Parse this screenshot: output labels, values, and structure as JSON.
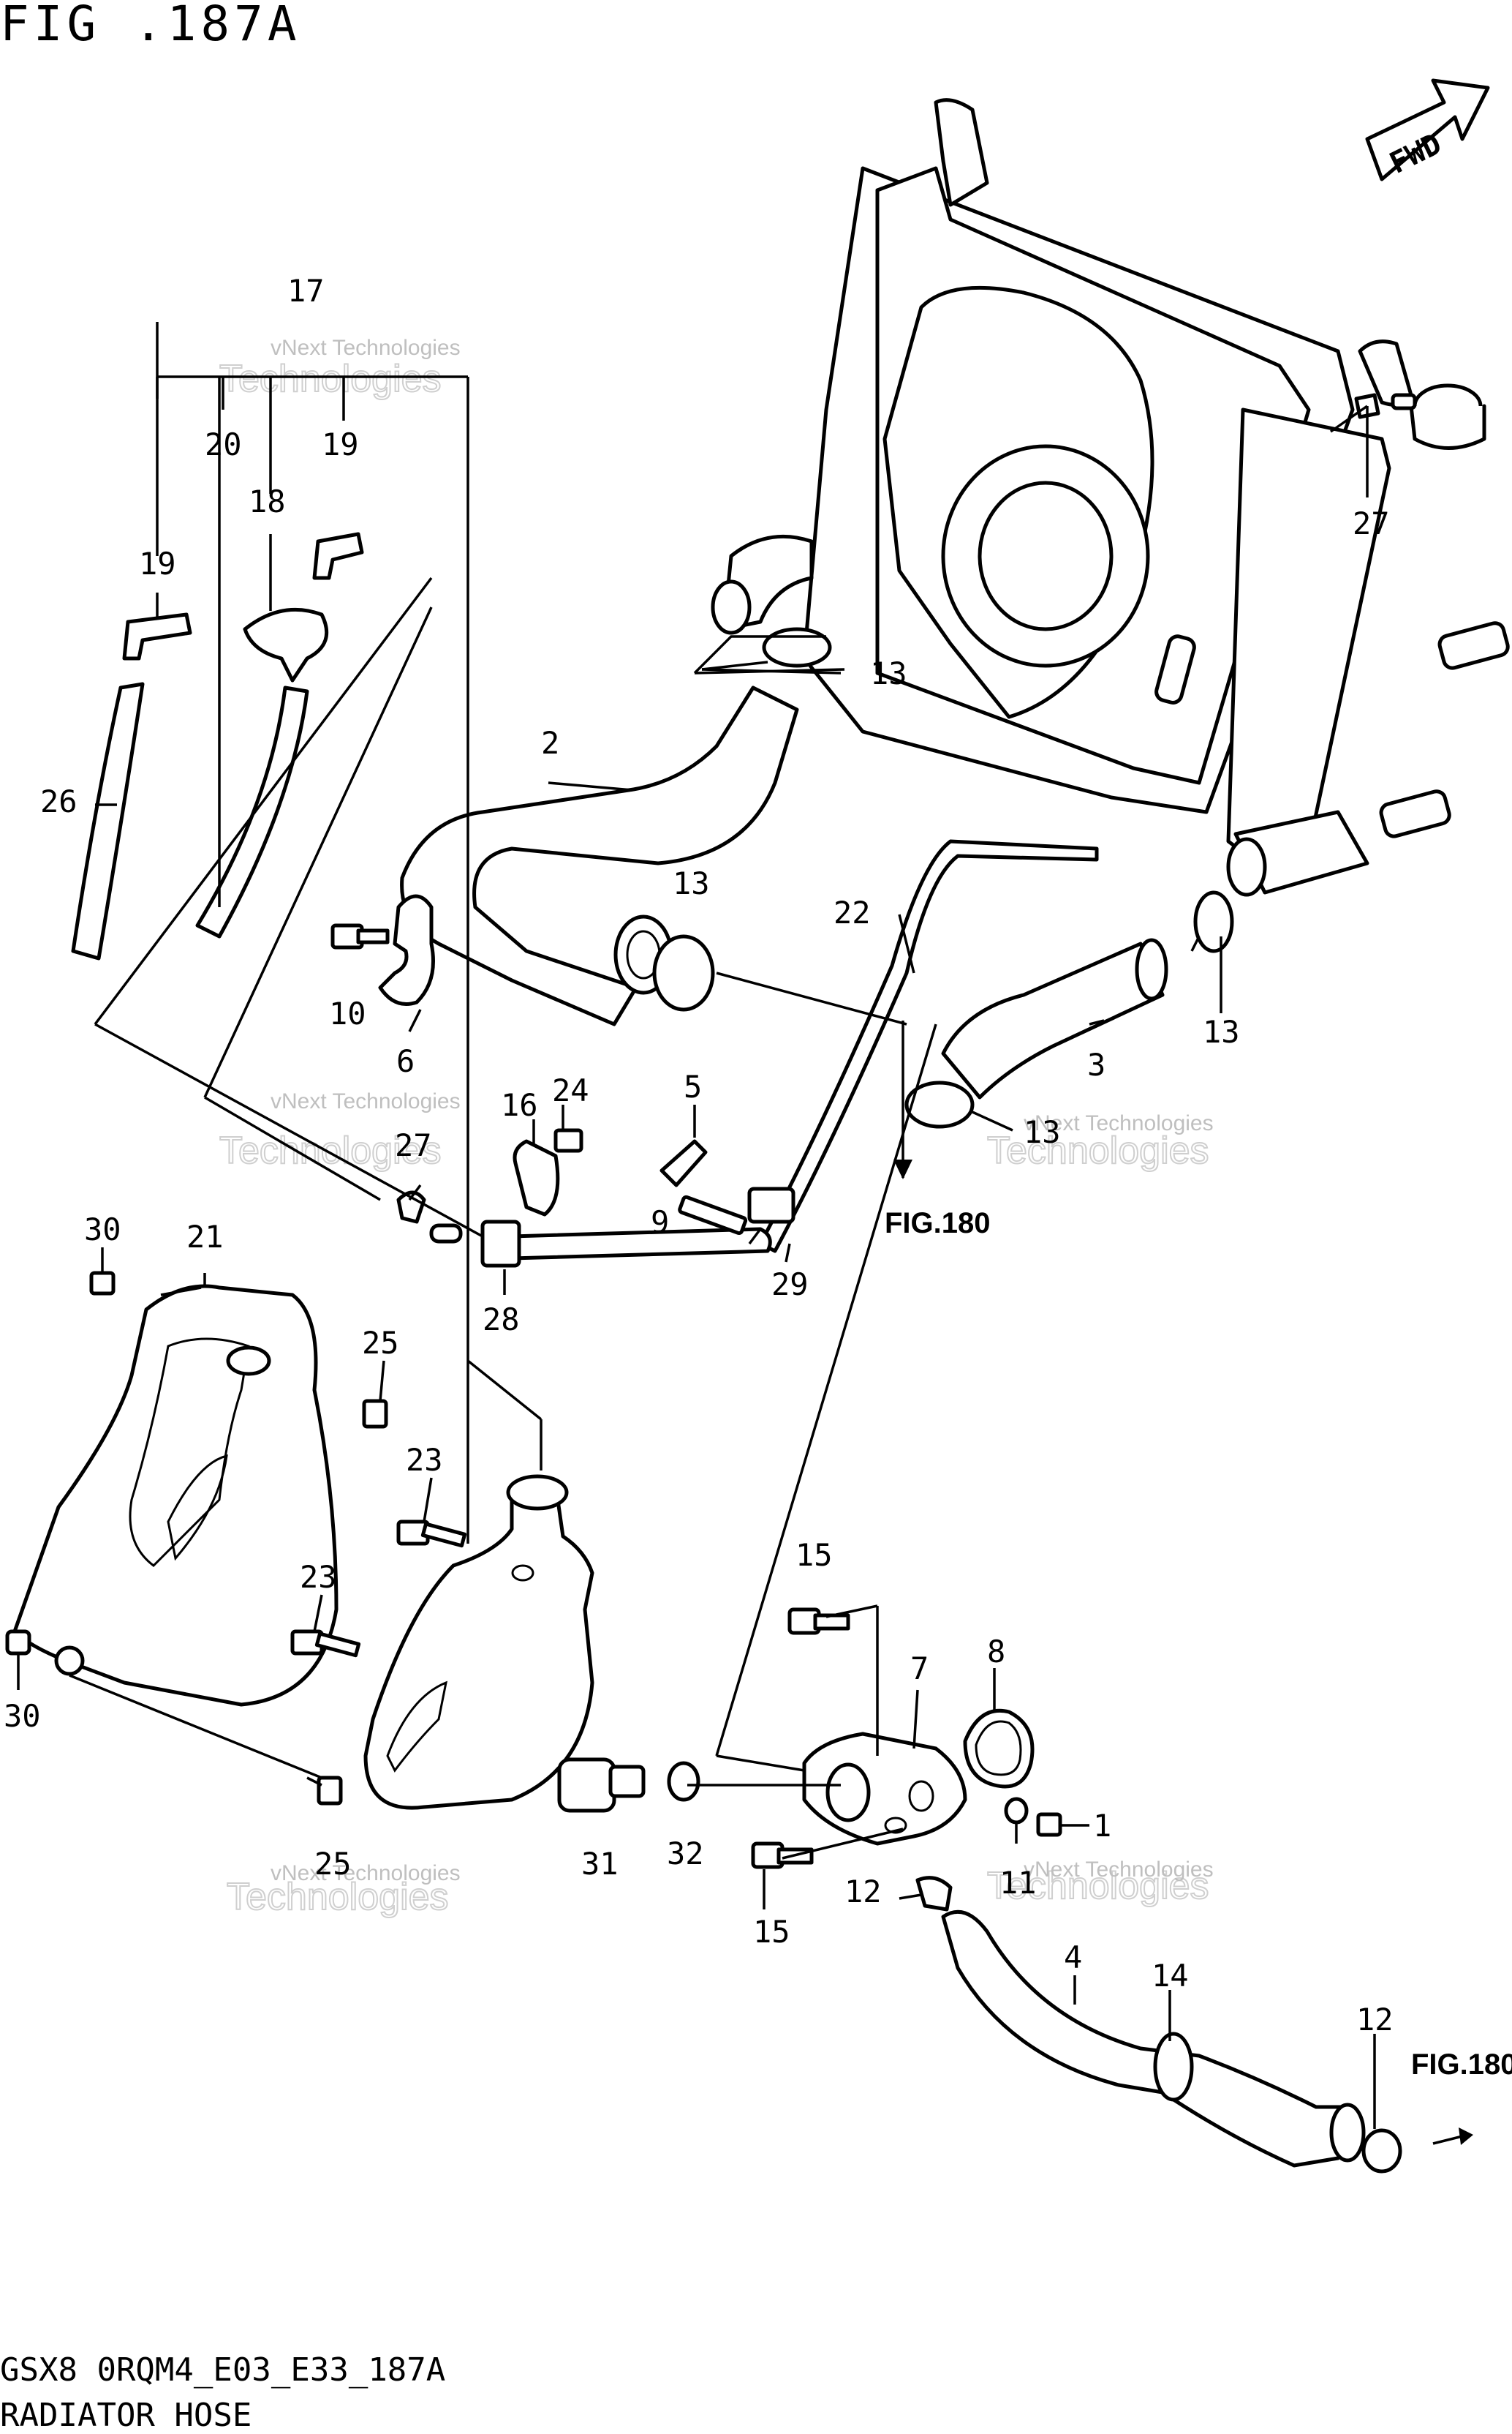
{
  "header": {
    "fig_title": "FIG .187A"
  },
  "footer": {
    "code": "GSX8 0RQM4_E03_E33_187A",
    "name": "RADIATOR HOSE"
  },
  "watermark": {
    "line1": "vNext Technologies",
    "line2": "Technologies",
    "line3": "vNext"
  },
  "refs": {
    "fig180_a": "FIG.180",
    "fig180_b": "FIG.180",
    "fwd": "FWD"
  },
  "callouts": {
    "c1": "1",
    "c2": "2",
    "c3": "3",
    "c4": "4",
    "c5": "5",
    "c6": "6",
    "c7": "7",
    "c8": "8",
    "c9": "9",
    "c10": "10",
    "c11": "11",
    "c12a": "12",
    "c12b": "12",
    "c13a": "13",
    "c13b": "13",
    "c13c": "13",
    "c13d": "13",
    "c14": "14",
    "c15a": "15",
    "c15b": "15",
    "c16": "16",
    "c17": "17",
    "c18": "18",
    "c19a": "19",
    "c19b": "19",
    "c20": "20",
    "c21": "21",
    "c22": "22",
    "c23a": "23",
    "c23b": "23",
    "c24": "24",
    "c25a": "25",
    "c25b": "25",
    "c26": "26",
    "c27a": "27",
    "c27b": "27",
    "c28": "28",
    "c29": "29",
    "c30a": "30",
    "c30b": "30",
    "c31": "31",
    "c32": "32"
  }
}
